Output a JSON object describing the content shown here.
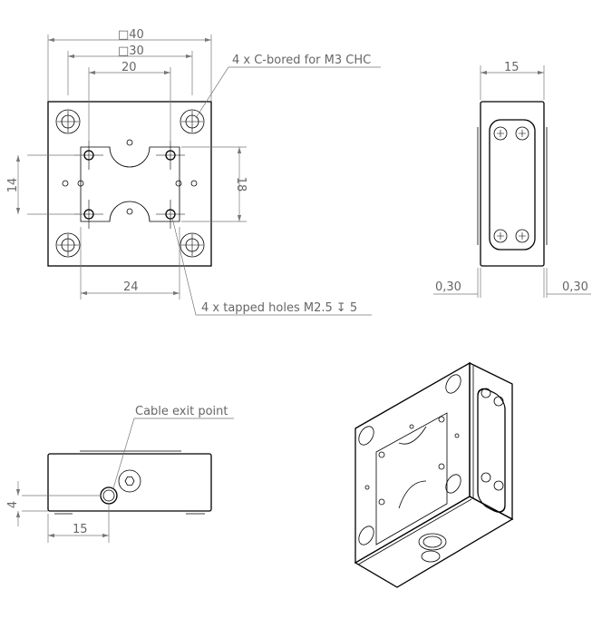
{
  "front_view": {
    "dim_outer": "□40",
    "dim_bolt": "□30",
    "dim_tapped_x": "20",
    "dim_tapped_y": "14",
    "dim_pocket_h": "18",
    "dim_pocket_w": "24",
    "note_cbore": "4 x C-bored for M3 CHC",
    "note_tapped": "4 x tapped holes M2.5 ↧ 5"
  },
  "side_view": {
    "dim_depth": "15",
    "dim_left_offset": "0,30",
    "dim_right_offset": "0,30"
  },
  "bottom_view": {
    "note_cable": "Cable exit point",
    "dim_height": "4",
    "dim_offset": "15"
  }
}
